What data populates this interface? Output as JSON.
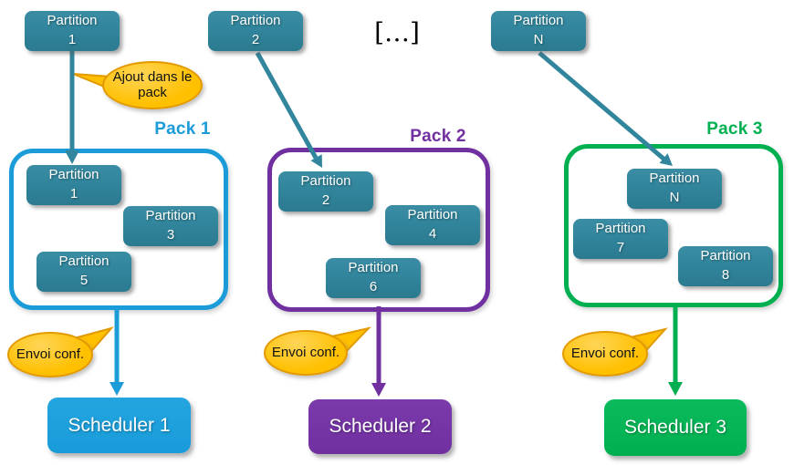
{
  "colors": {
    "partition_teal": "#31859C",
    "pack1_blue": "#1B9CD9",
    "pack2_purple": "#7030A0",
    "pack3_green": "#00B050",
    "callout_fill": "#FFC000",
    "callout_border": "#E39A00",
    "text_on_boxes": "#FFFFFF"
  },
  "ellipsis": "[…]",
  "top_partitions": [
    {
      "name": "Partition",
      "number": "1"
    },
    {
      "name": "Partition",
      "number": "2"
    },
    {
      "name": "Partition",
      "number": "N"
    }
  ],
  "callouts": {
    "ajout": "Ajout dans le pack",
    "envoi1": "Envoi conf.",
    "envoi2": "Envoi conf.",
    "envoi3": "Envoi conf."
  },
  "packs": [
    {
      "label": "Pack 1",
      "partitions": [
        {
          "name": "Partition",
          "number": "1"
        },
        {
          "name": "Partition",
          "number": "3"
        },
        {
          "name": "Partition",
          "number": "5"
        }
      ]
    },
    {
      "label": "Pack 2",
      "partitions": [
        {
          "name": "Partition",
          "number": "2"
        },
        {
          "name": "Partition",
          "number": "4"
        },
        {
          "name": "Partition",
          "number": "6"
        }
      ]
    },
    {
      "label": "Pack 3",
      "partitions": [
        {
          "name": "Partition",
          "number": "N"
        },
        {
          "name": "Partition",
          "number": "7"
        },
        {
          "name": "Partition",
          "number": "8"
        }
      ]
    }
  ],
  "schedulers": [
    {
      "label": "Scheduler 1"
    },
    {
      "label": "Scheduler 2"
    },
    {
      "label": "Scheduler 3"
    }
  ]
}
